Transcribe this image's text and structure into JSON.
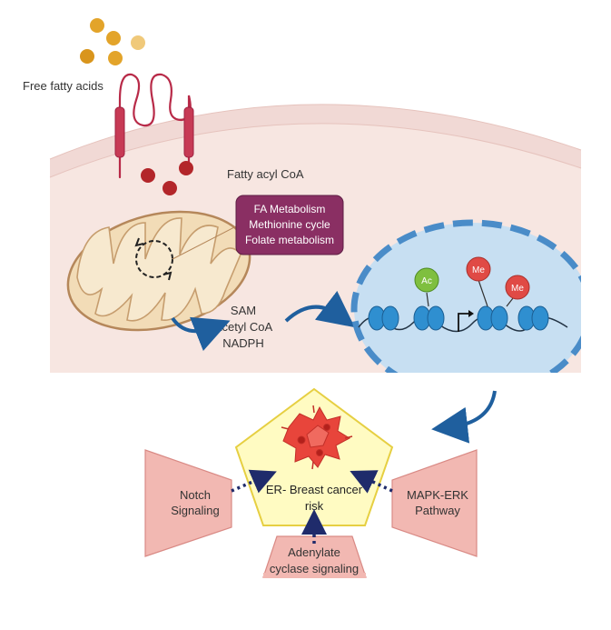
{
  "labels": {
    "free_fatty_acids": "Free fatty acids",
    "fatty_acyl_coa": "Fatty acyl CoA",
    "metabolism_box": [
      "FA Metabolism",
      "Methionine cycle",
      "Folate metabolism"
    ],
    "metabolites": [
      "SAM",
      "Acetyl CoA",
      "NADPH"
    ],
    "histone_marks": {
      "acetyl": "Ac",
      "methyl_1": "Me",
      "methyl_2": "Me"
    },
    "central_outcome": [
      "ER- Breast cancer",
      "risk"
    ],
    "notch": [
      "Notch",
      "Signaling"
    ],
    "mapk": [
      "MAPK-ERK",
      "Pathway"
    ],
    "adenylate": [
      "Adenylate",
      "cyclase signaling"
    ]
  },
  "colors": {
    "cytoplasm": "#f7e6e1",
    "membrane": "#f1d9d5",
    "mitochondrion_fill": "#f2dcb7",
    "mitochondrion_stroke": "#b5875a",
    "metabolism_box": "#8a2f63",
    "nucleus": "#c7dff2",
    "nucleosome": "#2f8fd0",
    "acetyl_mark": "#7fbf3f",
    "methyl_mark": "#e04a45",
    "arrow_blue": "#1f5f9e",
    "pentagon_fill": "#fffbc2",
    "pentagon_stroke": "#e6cf42",
    "signaling_fill": "#f2b8b2",
    "signaling_stroke": "#d98a85",
    "inhibit_arrow": "#1f2b6b",
    "free_fatty_acid": "#e3a42a",
    "fatty_acyl_coa": "#b3262a",
    "receptor": "#b82a48"
  },
  "icons": {
    "cancer_cells": "cancer-cells-icon",
    "mitochondrion": "mitochondrion-icon",
    "nucleus": "nucleus-icon",
    "dna_strand": "dna-strand-icon",
    "transcription_start": "transcription-arrow-icon"
  }
}
